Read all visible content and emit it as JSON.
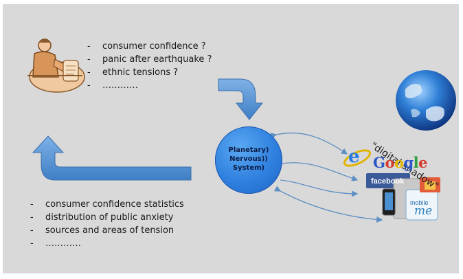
{
  "top_questions": [
    {
      "text": "consumer confidence ?"
    },
    {
      "text": "panic after earthquake ?"
    },
    {
      "text": "ethnic tensions ?"
    },
    {
      "text": "…………"
    }
  ],
  "bottom_outputs": [
    {
      "text": "consumer confidence statistics"
    },
    {
      "text": "distribution of public anxiety"
    },
    {
      "text": "sources and areas of tension"
    },
    {
      "text": "…………"
    }
  ],
  "list_marker": "-",
  "central_node": {
    "lines": [
      "Planetary)",
      "Nervous))",
      "System)"
    ],
    "color": "#2f80df"
  },
  "caption": "\"digital shadow\"",
  "logos": {
    "google": {
      "parts": [
        "G",
        "o",
        "o",
        "g",
        "l",
        "e"
      ]
    },
    "facebook": "facebook",
    "mobileme_small": "mobile",
    "mobileme_big": "me",
    "ie_letter": "e"
  },
  "icons": [
    "person-at-desk-icon",
    "globe-icon",
    "internet-explorer-icon",
    "phone-icon"
  ],
  "colors": {
    "background": "#d9d9d9",
    "arrow": "#4a86c9",
    "connector": "#5d8fc4"
  }
}
